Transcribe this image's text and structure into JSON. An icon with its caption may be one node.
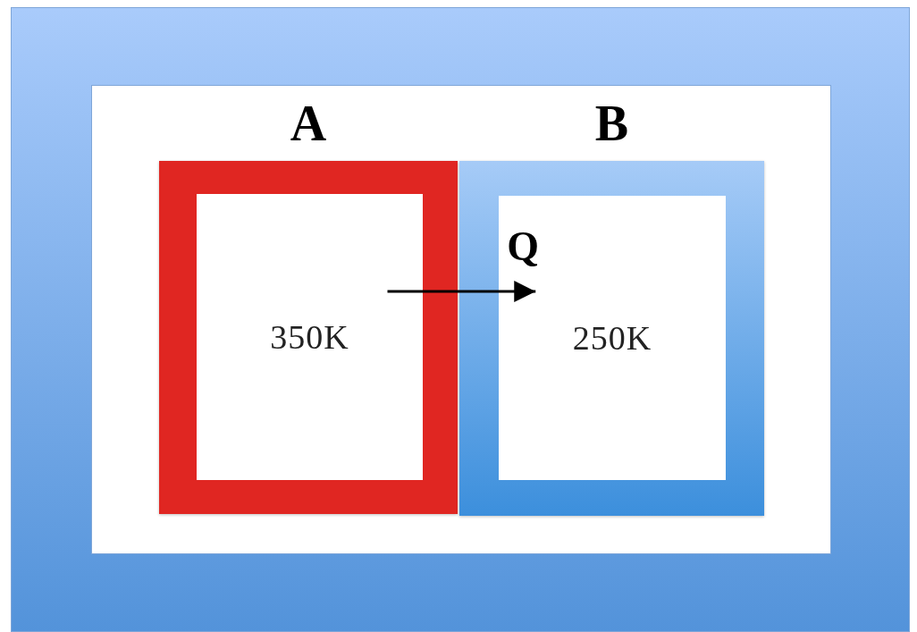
{
  "diagram": {
    "nodes": [
      {
        "text": [
          "A",
          "350K"
        ]
      },
      {
        "text": [
          "B",
          "250K"
        ]
      }
    ],
    "edges": [
      {
        "from": 0,
        "to": 1,
        "arrow": "to",
        "label": "Q"
      }
    ]
  }
}
